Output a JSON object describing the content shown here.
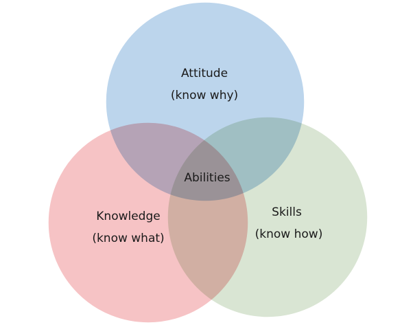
{
  "diagram": {
    "sets": [
      {
        "id": "attitude",
        "title": "Attitude",
        "subtitle": "(know why)",
        "color": "#bcd5ec"
      },
      {
        "id": "knowledge",
        "title": "Knowledge",
        "subtitle": "(know what)",
        "color": "#f6c3c5"
      },
      {
        "id": "skills",
        "title": "Skills",
        "subtitle": "(know how)",
        "color": "#d9e5d3"
      }
    ],
    "center_label": "Abilities",
    "outline_color": "#ffffff"
  }
}
